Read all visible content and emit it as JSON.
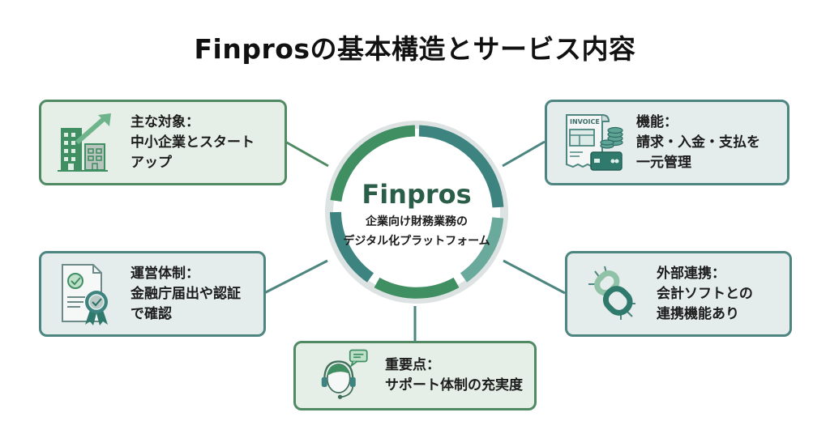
{
  "title": "Finprosの基本構造とサービス内容",
  "center": {
    "brand": "Finpros",
    "tagline_line1": "企業向け財務業務の",
    "tagline_line2": "デジタル化プラットフォーム"
  },
  "cards": {
    "target": {
      "heading": "主な対象：",
      "line1": "中小企業とスタート",
      "line2": "アップ",
      "icon": "buildings-growth-icon"
    },
    "features": {
      "heading": "機能：",
      "line1": "請求・入金・支払を",
      "line2": "一元管理",
      "icon": "invoice-payment-icon",
      "icon_label": "INVOICE"
    },
    "operation": {
      "heading": "運営体制：",
      "line1": "金融庁届出や認証",
      "line2": "で確認",
      "icon": "certificate-badge-icon"
    },
    "integration": {
      "heading": "外部連携：",
      "line1": "会計ソフトとの",
      "line2": "連携機能あり",
      "icon": "chain-link-icon"
    },
    "important": {
      "heading": "重要点：",
      "line1": "サポート体制の充実度",
      "icon": "support-headset-icon"
    }
  },
  "colors": {
    "green": "#3f8f62",
    "teal": "#3d8480",
    "light_teal": "#6aaa9c",
    "ring_track": "#dde3e3"
  }
}
